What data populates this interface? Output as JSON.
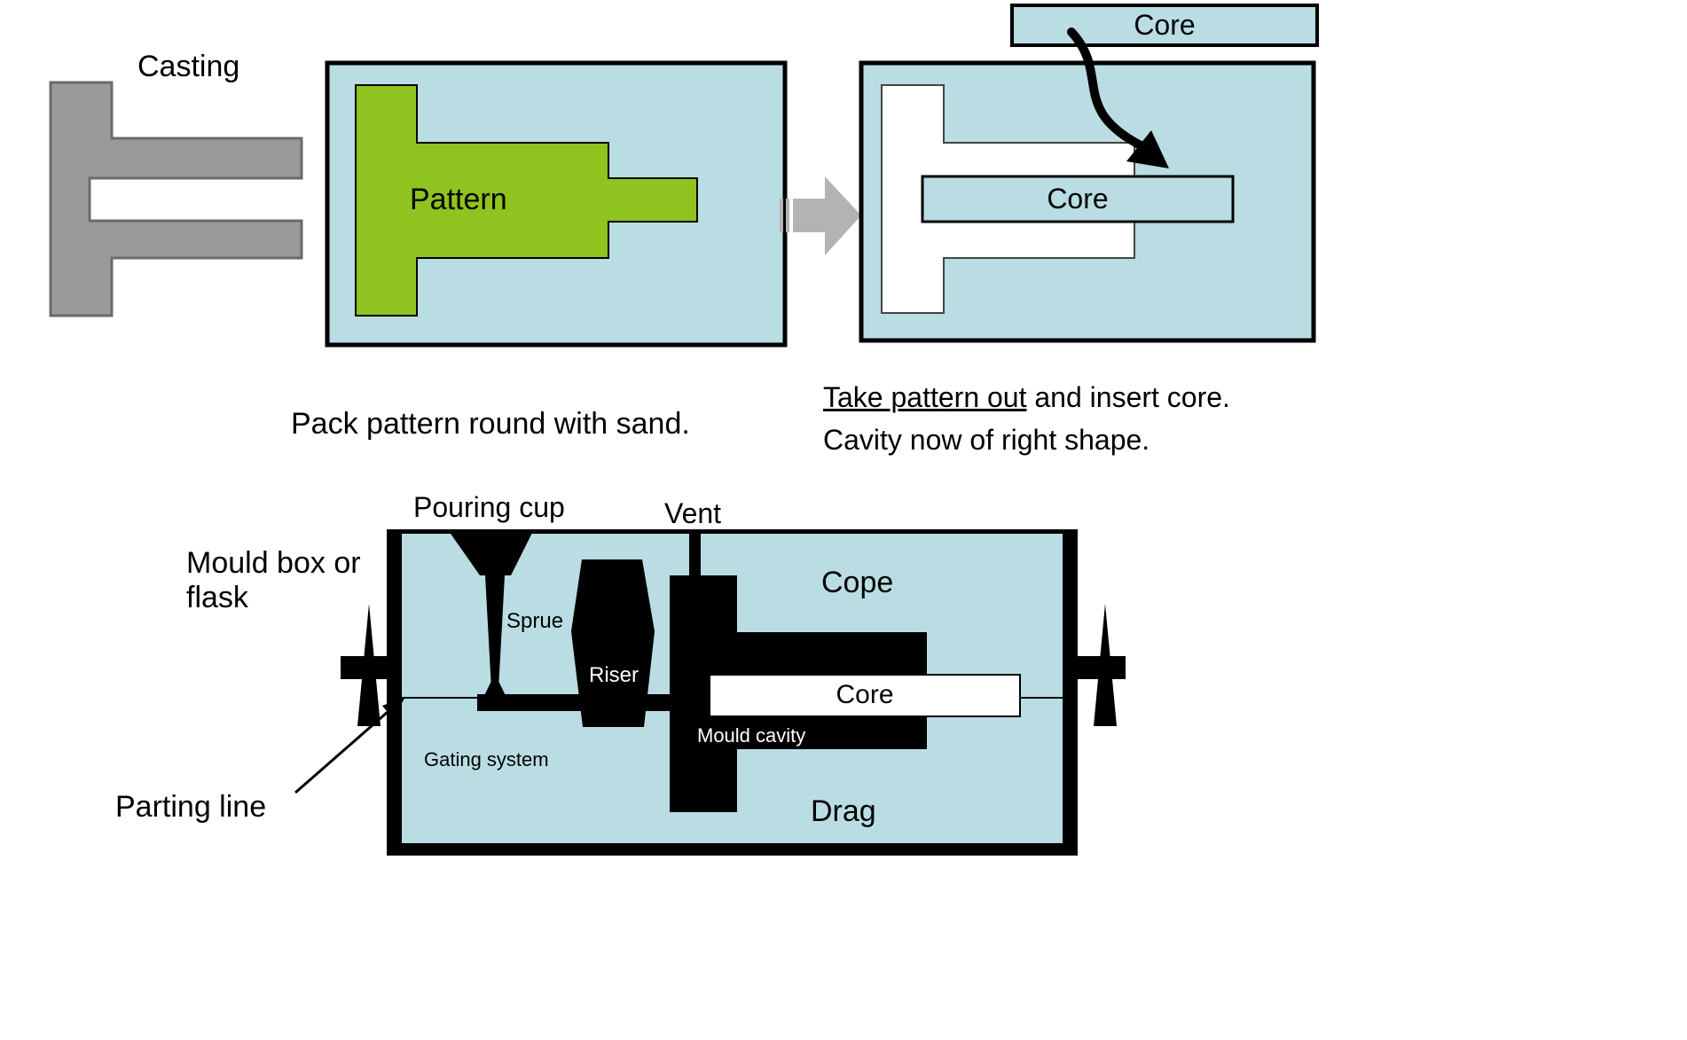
{
  "colors": {
    "light_blue": "#b9dde3",
    "green": "#8fc31f",
    "casting_gray": "#9a9a9a",
    "casting_stroke": "#6b6b6b",
    "arrow_gray": "#b3b3b3",
    "black": "#000000",
    "white": "#ffffff"
  },
  "top": {
    "casting_label": "Casting",
    "pattern_label": "Pattern",
    "core_top_label": "Core",
    "core_insert_label": "Core",
    "caption_pack": "Pack pattern round with sand.",
    "caption_take_underline": "Take pattern out",
    "caption_take_rest": " and insert core.",
    "caption_cavity": "Cavity now of right shape."
  },
  "bottom": {
    "pouring_cup_label": "Pouring cup",
    "vent_label": "Vent",
    "cope_label": "Cope",
    "sprue_label": "Sprue",
    "riser_label": "Riser",
    "core_label": "Core",
    "mould_cavity_label": "Mould cavity",
    "gating_system_label": "Gating system",
    "drag_label": "Drag",
    "mould_box_line1": "Mould box or",
    "mould_box_line2": "flask",
    "parting_line_label": "Parting line"
  }
}
